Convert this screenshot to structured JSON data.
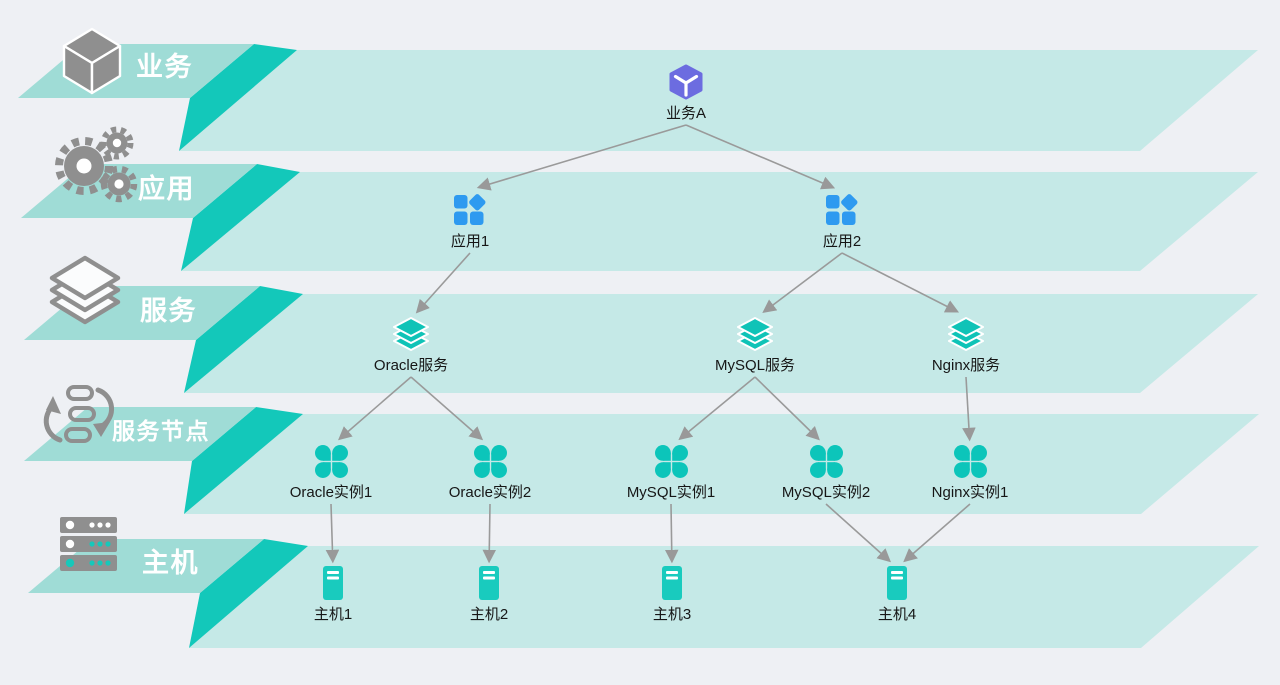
{
  "diagram": {
    "description_labels": [],
    "colors": {
      "background": "#eef0f4",
      "band": "#c5e9e7",
      "label_strip": "#9fdcd6",
      "fold_accent": "#13c8ba",
      "arrow": "#999999",
      "business_node": "#6c6ce0",
      "app_node": "#2e9af0",
      "service_node": "#0fc3b7",
      "gray_icon": "#8f8f8f",
      "node_text": "#161616"
    }
  },
  "layers": [
    {
      "id": "business",
      "label": "业务",
      "icon": "cube-icon"
    },
    {
      "id": "application",
      "label": "应用",
      "icon": "gears-icon"
    },
    {
      "id": "service",
      "label": "服务",
      "icon": "layers-icon"
    },
    {
      "id": "service-node",
      "label": "服务节点",
      "icon": "cycle-icon"
    },
    {
      "id": "host",
      "label": "主机",
      "icon": "server-rack-icon"
    }
  ],
  "nodes": [
    {
      "id": "business-a",
      "label": "业务A",
      "icon": "cube-node-icon",
      "layer": "business"
    },
    {
      "id": "app-1",
      "label": "应用1",
      "icon": "app-grid-icon",
      "layer": "application"
    },
    {
      "id": "app-2",
      "label": "应用2",
      "icon": "app-grid-icon",
      "layer": "application"
    },
    {
      "id": "oracle-service",
      "label": "Oracle服务",
      "icon": "service-stack-icon",
      "layer": "service"
    },
    {
      "id": "mysql-service",
      "label": "MySQL服务",
      "icon": "service-stack-icon",
      "layer": "service"
    },
    {
      "id": "nginx-service",
      "label": "Nginx服务",
      "icon": "service-stack-icon",
      "layer": "service"
    },
    {
      "id": "oracle-instance-1",
      "label": "Oracle实例1",
      "icon": "instance-clover-icon",
      "layer": "service-node"
    },
    {
      "id": "oracle-instance-2",
      "label": "Oracle实例2",
      "icon": "instance-clover-icon",
      "layer": "service-node"
    },
    {
      "id": "mysql-instance-1",
      "label": "MySQL实例1",
      "icon": "instance-clover-icon",
      "layer": "service-node"
    },
    {
      "id": "mysql-instance-2",
      "label": "MySQL实例2",
      "icon": "instance-clover-icon",
      "layer": "service-node"
    },
    {
      "id": "nginx-instance-1",
      "label": "Nginx实例1",
      "icon": "instance-clover-icon",
      "layer": "service-node"
    },
    {
      "id": "host-1",
      "label": "主机1",
      "icon": "host-tower-icon",
      "layer": "host"
    },
    {
      "id": "host-2",
      "label": "主机2",
      "icon": "host-tower-icon",
      "layer": "host"
    },
    {
      "id": "host-3",
      "label": "主机3",
      "icon": "host-tower-icon",
      "layer": "host"
    },
    {
      "id": "host-4",
      "label": "主机4",
      "icon": "host-tower-icon",
      "layer": "host"
    }
  ],
  "edges": [
    {
      "from": "business-a",
      "to": "app-1"
    },
    {
      "from": "business-a",
      "to": "app-2"
    },
    {
      "from": "app-1",
      "to": "oracle-service"
    },
    {
      "from": "app-2",
      "to": "mysql-service"
    },
    {
      "from": "app-2",
      "to": "nginx-service"
    },
    {
      "from": "oracle-service",
      "to": "oracle-instance-1"
    },
    {
      "from": "oracle-service",
      "to": "oracle-instance-2"
    },
    {
      "from": "mysql-service",
      "to": "mysql-instance-1"
    },
    {
      "from": "mysql-service",
      "to": "mysql-instance-2"
    },
    {
      "from": "nginx-service",
      "to": "nginx-instance-1"
    },
    {
      "from": "oracle-instance-1",
      "to": "host-1"
    },
    {
      "from": "oracle-instance-2",
      "to": "host-2"
    },
    {
      "from": "mysql-instance-1",
      "to": "host-3"
    },
    {
      "from": "mysql-instance-2",
      "to": "host-4"
    },
    {
      "from": "nginx-instance-1",
      "to": "host-4"
    }
  ]
}
